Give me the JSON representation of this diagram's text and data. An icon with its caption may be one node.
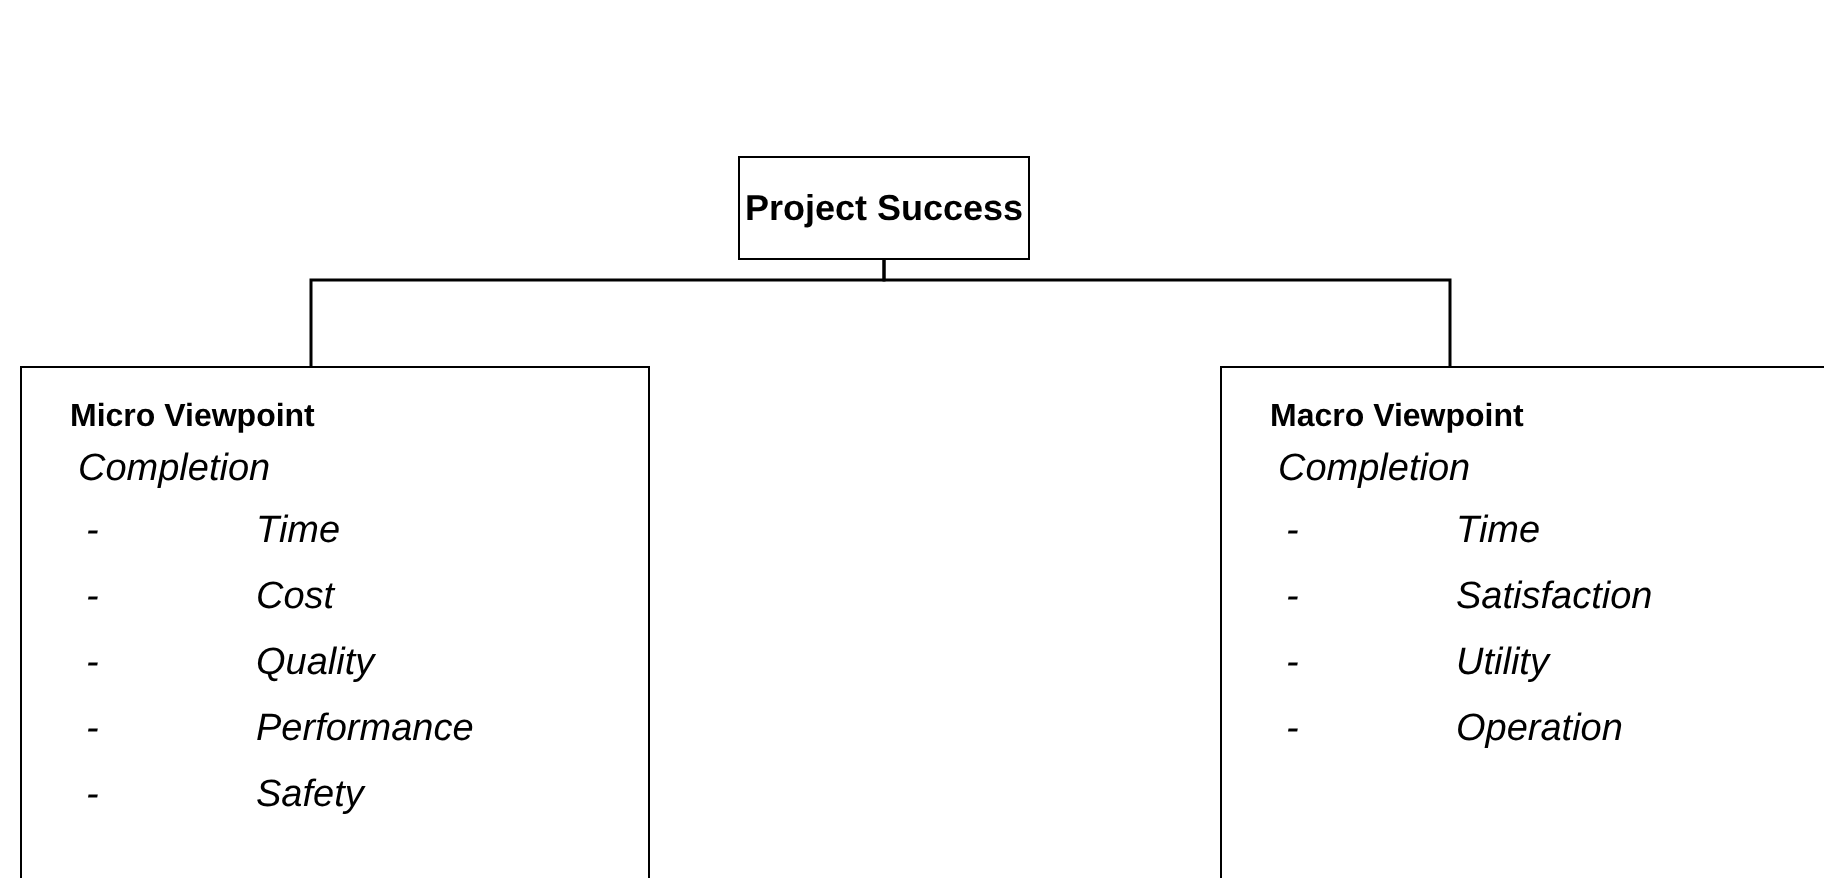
{
  "diagram": {
    "nodes": [
      {
        "text": [
          "Project Success"
        ]
      },
      {
        "text": [
          "Micro Viewpoint",
          "Completion",
          "-",
          "Time",
          "-",
          "Cost",
          "-",
          "Quality",
          "-",
          "Performance",
          "-",
          "Safety"
        ]
      },
      {
        "text": [
          "Macro Viewpoint",
          "Completion",
          "-",
          "Time",
          "-",
          "Satisfaction",
          "-",
          "Utility",
          "-",
          "Operation"
        ]
      }
    ],
    "edges": [
      {
        "from": 0,
        "to": 1,
        "arrow": "none"
      },
      {
        "from": 0,
        "to": 2,
        "arrow": "none"
      }
    ]
  }
}
